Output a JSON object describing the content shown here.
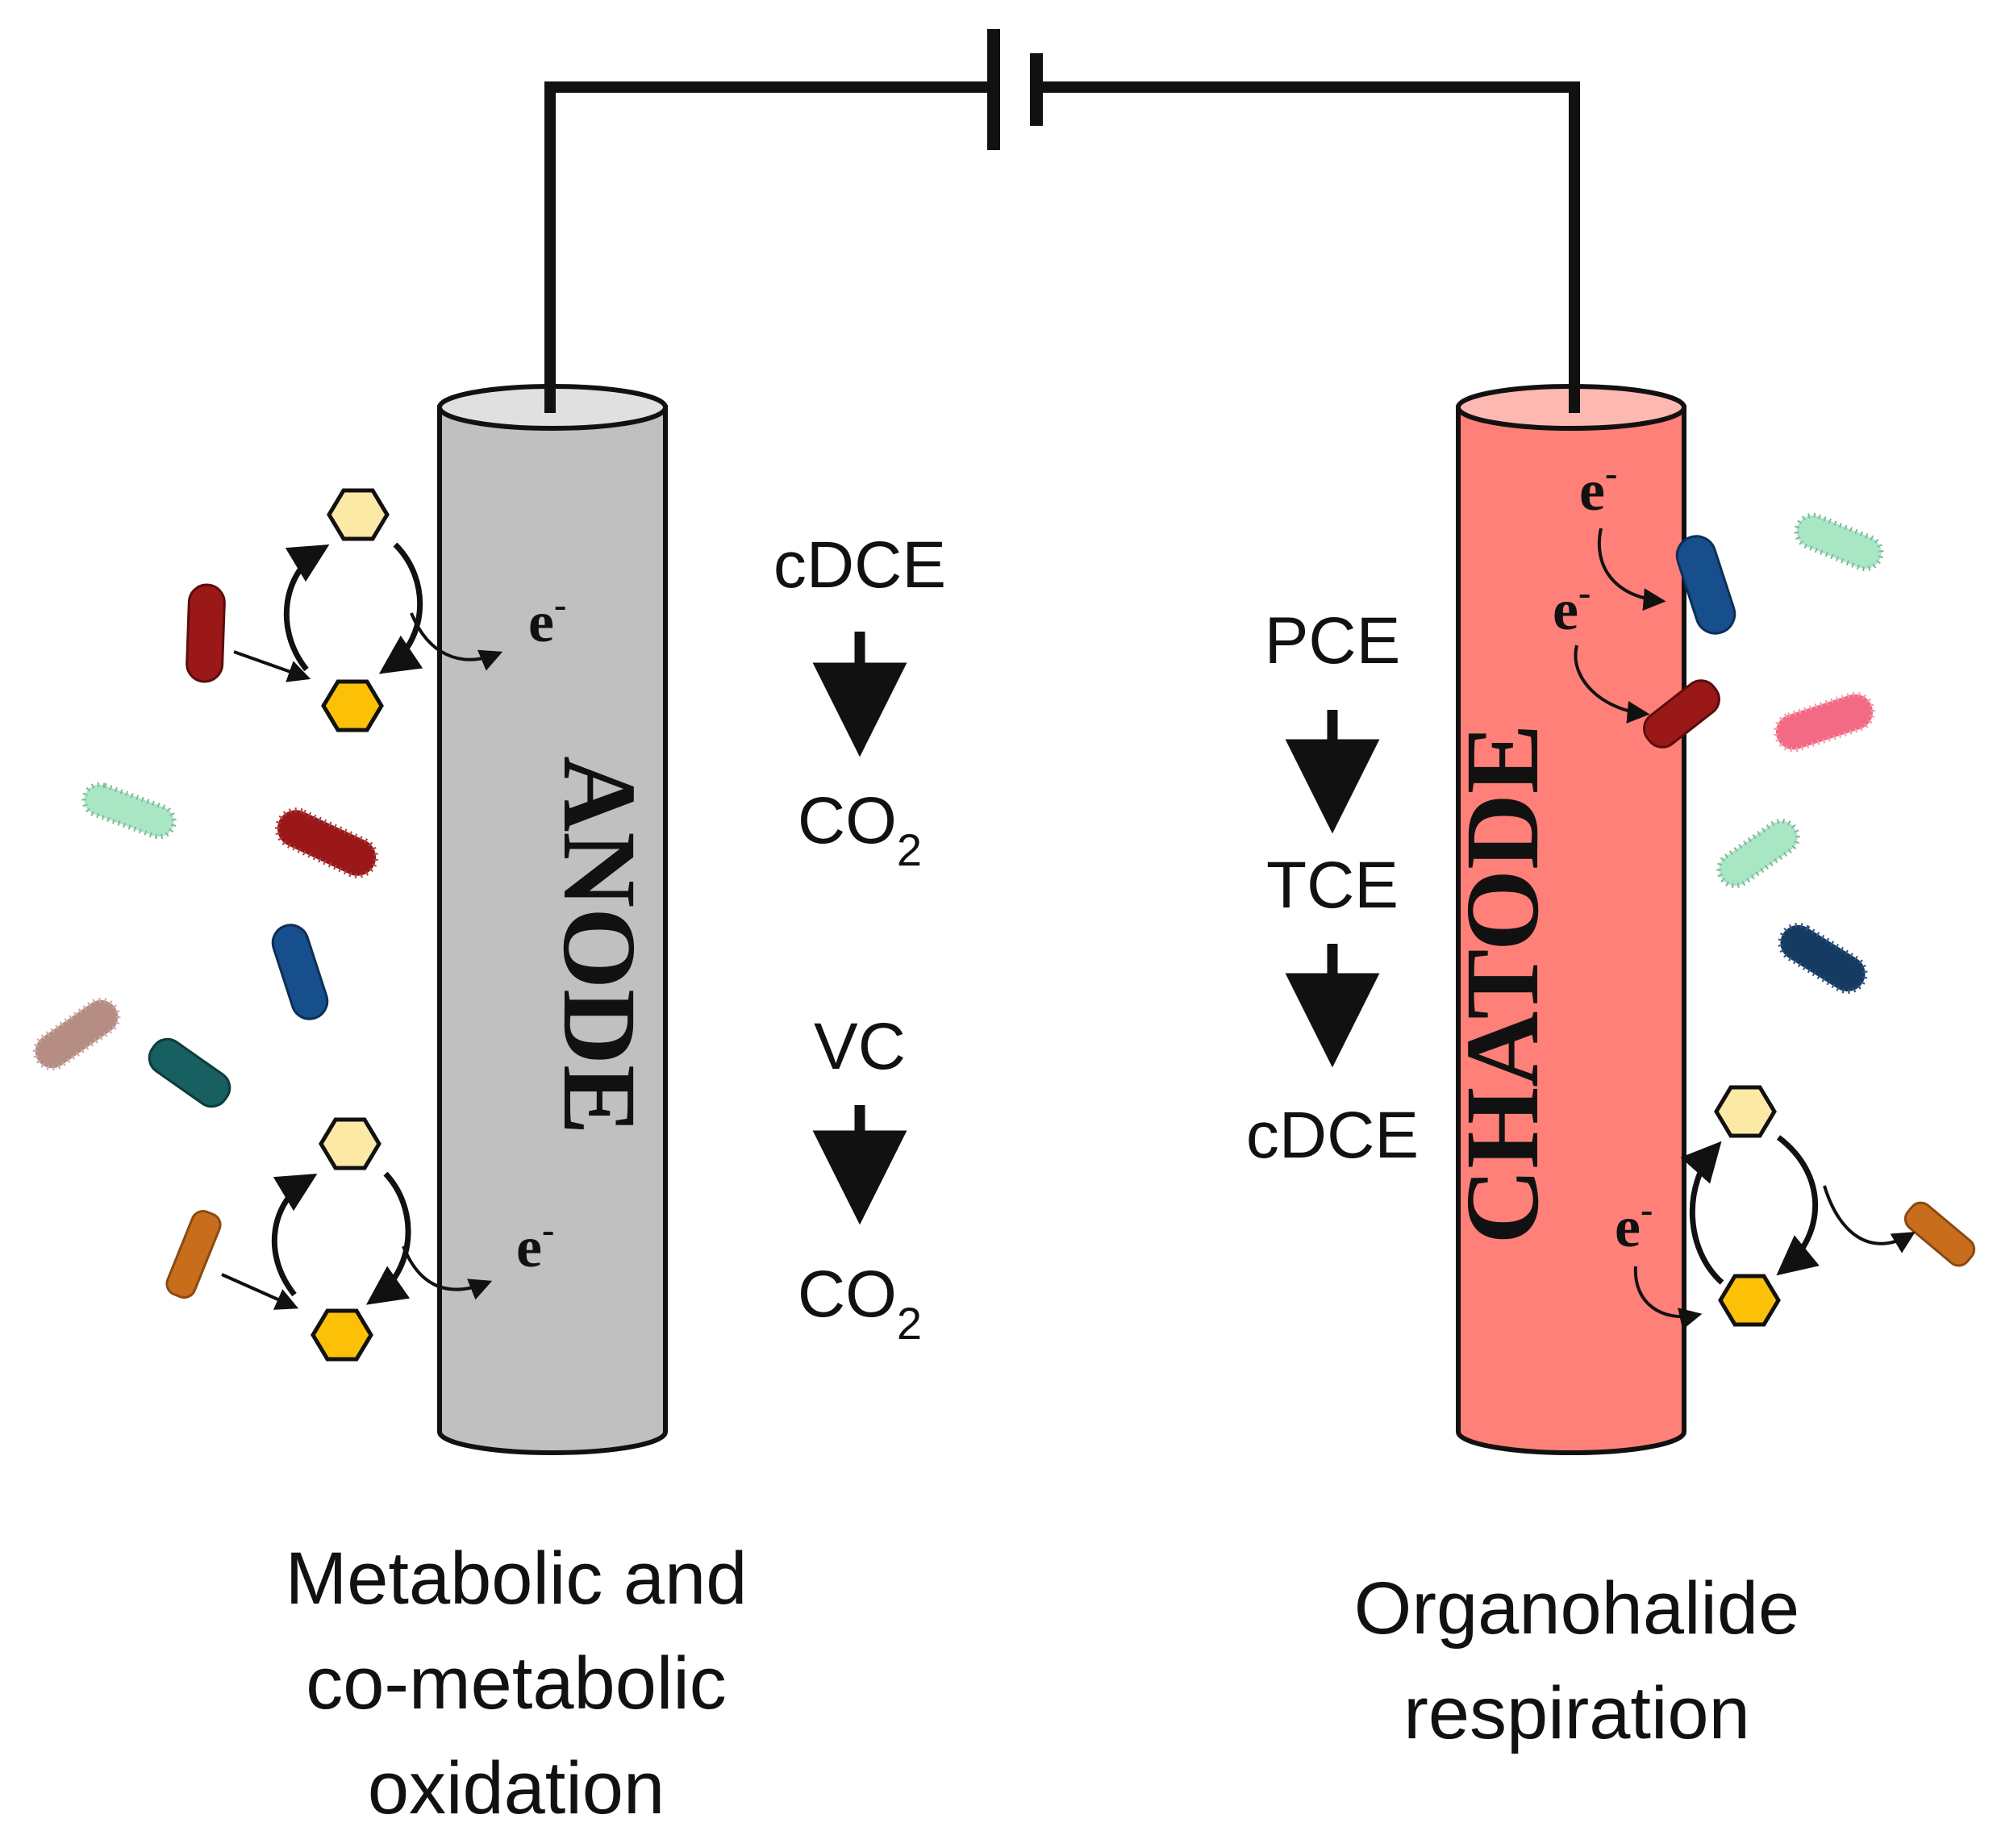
{
  "anode": {
    "label": "ANODE",
    "fill": "#c0c0c0",
    "top_fill": "#e0e0e0",
    "caption": [
      "Metabolic and",
      "co-metabolic",
      "oxidation"
    ]
  },
  "cathode": {
    "label": "CHATODE",
    "fill": "#fe8078",
    "top_fill": "#fdb8b1",
    "caption": [
      "Organohalide",
      "respiration"
    ]
  },
  "anode_reactions": {
    "r1_from": "cDCE",
    "r1_to": "CO",
    "r1_to_sub": "2",
    "r2_from": "VC",
    "r2_to": "CO",
    "r2_to_sub": "2"
  },
  "cathode_reactions": {
    "step1": "PCE",
    "step2": "TCE",
    "step3": "cDCE"
  },
  "electron": {
    "base": "e",
    "charge": "-"
  },
  "colors": {
    "wire": "#111111",
    "hex_light": "#fde9a6",
    "hex_dark": "#fcc107",
    "bact_dark_red": "#9b1818",
    "bact_blue": "#174e8c",
    "bact_mint": "#a9e6c4",
    "bact_rose": "#b58d83",
    "bact_teal": "#175f60",
    "bact_orange": "#c86d1c",
    "bact_pink": "#f26a84",
    "bact_navy": "#163b63"
  },
  "icons": [
    "battery-icon",
    "bacterium-icon",
    "hexagon-icon",
    "arrow-icon"
  ]
}
